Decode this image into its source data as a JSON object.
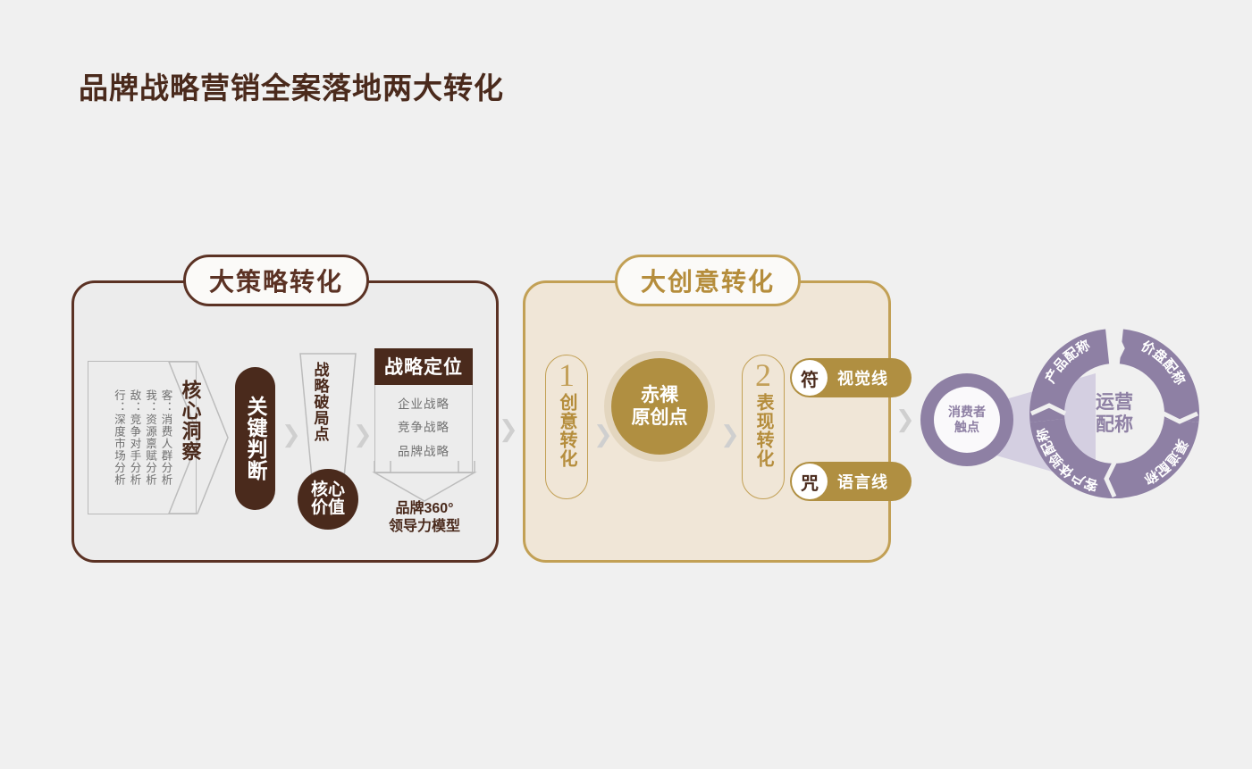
{
  "title": "品牌战略营销全案落地两大转化",
  "colors": {
    "background": "#f0f0f0",
    "brown": "#4a2a1c",
    "brown_border": "#5b3224",
    "gold": "#b08f41",
    "gold_border": "#c2a055",
    "beige_panel": "#f0e6d7",
    "gray_panel": "#ececec",
    "purple": "#8e80a4",
    "purple_light": "#cfc9de"
  },
  "strategy_panel": {
    "badge": "大策略转化",
    "analysis_items": [
      "客：消费人群分析",
      "我：资源禀赋分析",
      "敌：竞争对手分析",
      "行：深度市场分析"
    ],
    "insight_label": "核心洞察",
    "judgement_label": "关键判断",
    "breakthrough_label": "战略破局点",
    "core_value_label": "核心\n价值",
    "core_value_line1": "核心",
    "core_value_line2": "价值",
    "positioning": {
      "header": "战略定位",
      "items": [
        "企业战略",
        "竞争战略",
        "品牌战略"
      ]
    },
    "model_line1": "品牌360°",
    "model_line2": "领导力模型",
    "chevron": "❯"
  },
  "creative_panel": {
    "badge": "大创意转化",
    "step1": {
      "number": "1",
      "label": "创意转化"
    },
    "step2": {
      "number": "2",
      "label": "表现转化"
    },
    "core": {
      "line1": "赤裸",
      "line2": "原创点"
    },
    "capsules": [
      {
        "glyph": "符",
        "label": "视觉线"
      },
      {
        "glyph": "咒",
        "label": "语言线"
      }
    ],
    "chevron": "❯"
  },
  "right_cluster": {
    "chevron": "❯",
    "consumer": {
      "line1": "消费者",
      "line2": "触点"
    },
    "ops_center": {
      "line1": "运营",
      "line2": "配称"
    },
    "wheel_segments": [
      "产品配称",
      "价盘配称",
      "渠道配称",
      "客户体验配称"
    ]
  }
}
